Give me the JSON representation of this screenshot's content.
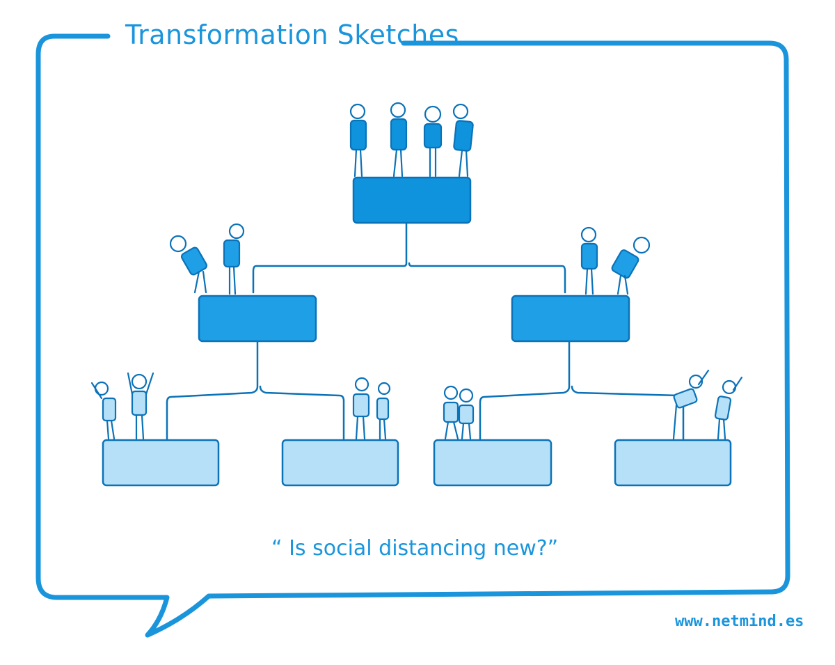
{
  "header": {
    "title": "Transformation Sketches"
  },
  "caption": {
    "quote": "“ Is social distancing new?”"
  },
  "footer": {
    "website": "www.netmind.es"
  },
  "colors": {
    "accent": "#1a95dc",
    "level1_box": "#0f93dc",
    "level2_box": "#1f9fe6",
    "level3_box": "#b5e0f7",
    "outline": "#0b72b8"
  }
}
